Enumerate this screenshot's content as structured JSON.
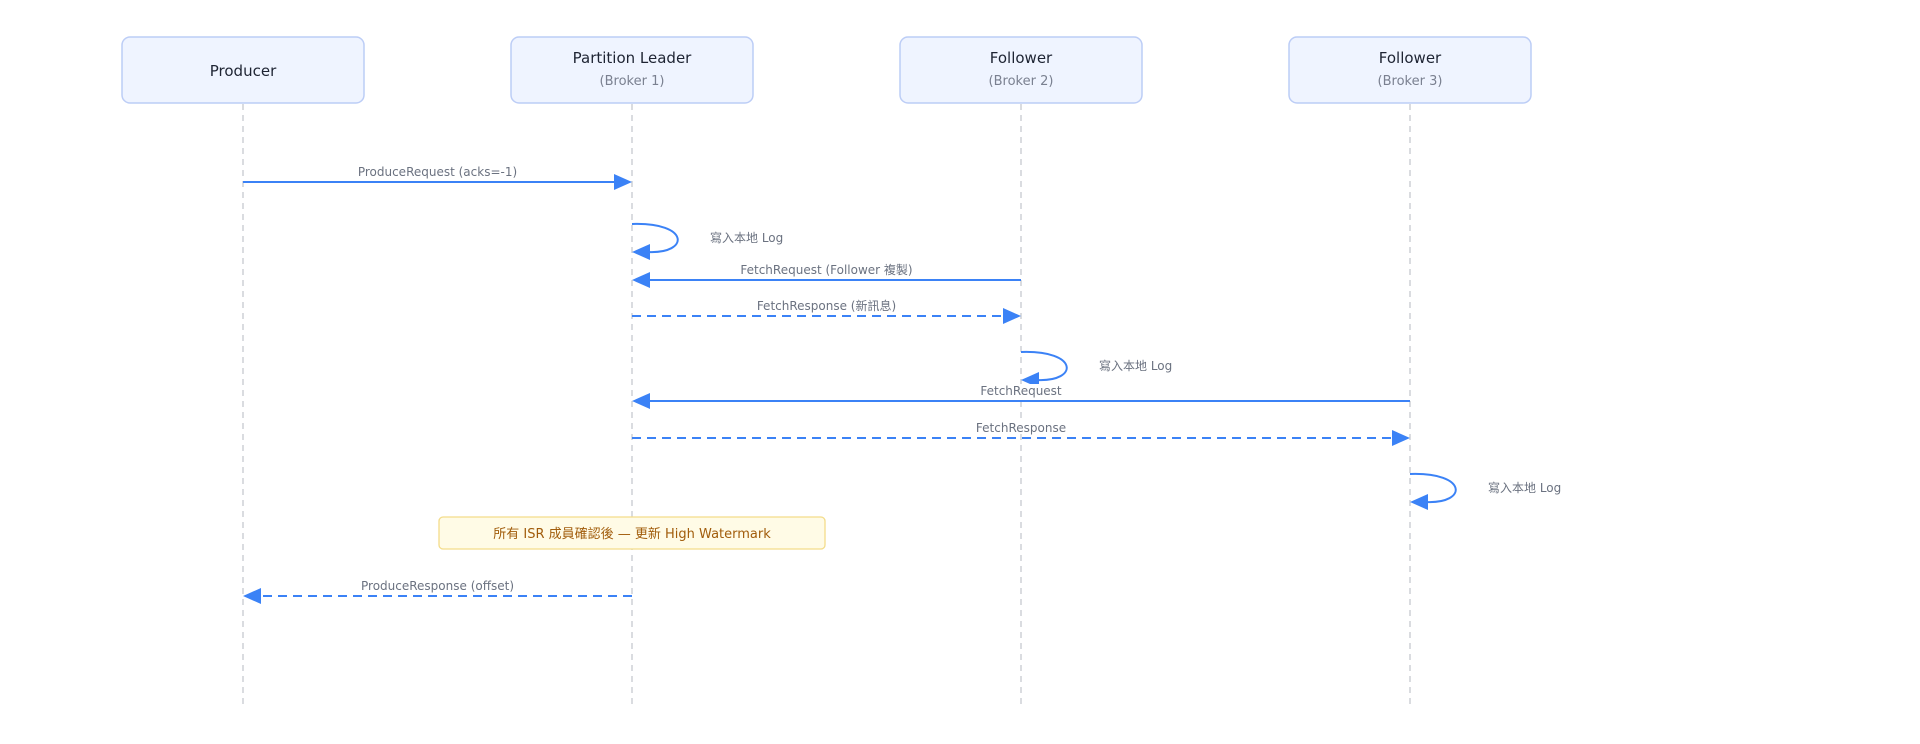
{
  "actors": [
    {
      "id": "producer",
      "title": "Producer",
      "subtitle": ""
    },
    {
      "id": "leader",
      "title": "Partition Leader",
      "subtitle": "(Broker 1)"
    },
    {
      "id": "follower2",
      "title": "Follower",
      "subtitle": "(Broker 2)"
    },
    {
      "id": "follower3",
      "title": "Follower",
      "subtitle": "(Broker 3)"
    }
  ],
  "events": [
    {
      "kind": "message",
      "from": "producer",
      "to": "leader",
      "style": "solid",
      "label": "ProduceRequest (acks=-1)"
    },
    {
      "kind": "self",
      "actor": "leader",
      "label": "寫入本地 Log"
    },
    {
      "kind": "message",
      "from": "follower2",
      "to": "leader",
      "style": "solid",
      "label": "FetchRequest (Follower 複製)"
    },
    {
      "kind": "message",
      "from": "leader",
      "to": "follower2",
      "style": "dashed",
      "label": "FetchResponse (新訊息)"
    },
    {
      "kind": "self",
      "actor": "follower2",
      "label": "寫入本地 Log"
    },
    {
      "kind": "message",
      "from": "follower3",
      "to": "leader",
      "style": "solid",
      "label": "FetchRequest"
    },
    {
      "kind": "message",
      "from": "leader",
      "to": "follower3",
      "style": "dashed",
      "label": "FetchResponse"
    },
    {
      "kind": "self",
      "actor": "follower3",
      "label": "寫入本地 Log"
    },
    {
      "kind": "note",
      "over": "leader",
      "label": "所有 ISR 成員確認後 — 更新 High Watermark"
    },
    {
      "kind": "message",
      "from": "leader",
      "to": "producer",
      "style": "dashed",
      "label": "ProduceResponse (offset)"
    }
  ],
  "colors": {
    "arrow": "#3b82f6",
    "actor_fill": "#eff4ff",
    "actor_border": "#bccdf6",
    "note_fill": "#fffbe6",
    "note_border": "#f3dc8a",
    "note_text": "#a15c0b"
  }
}
